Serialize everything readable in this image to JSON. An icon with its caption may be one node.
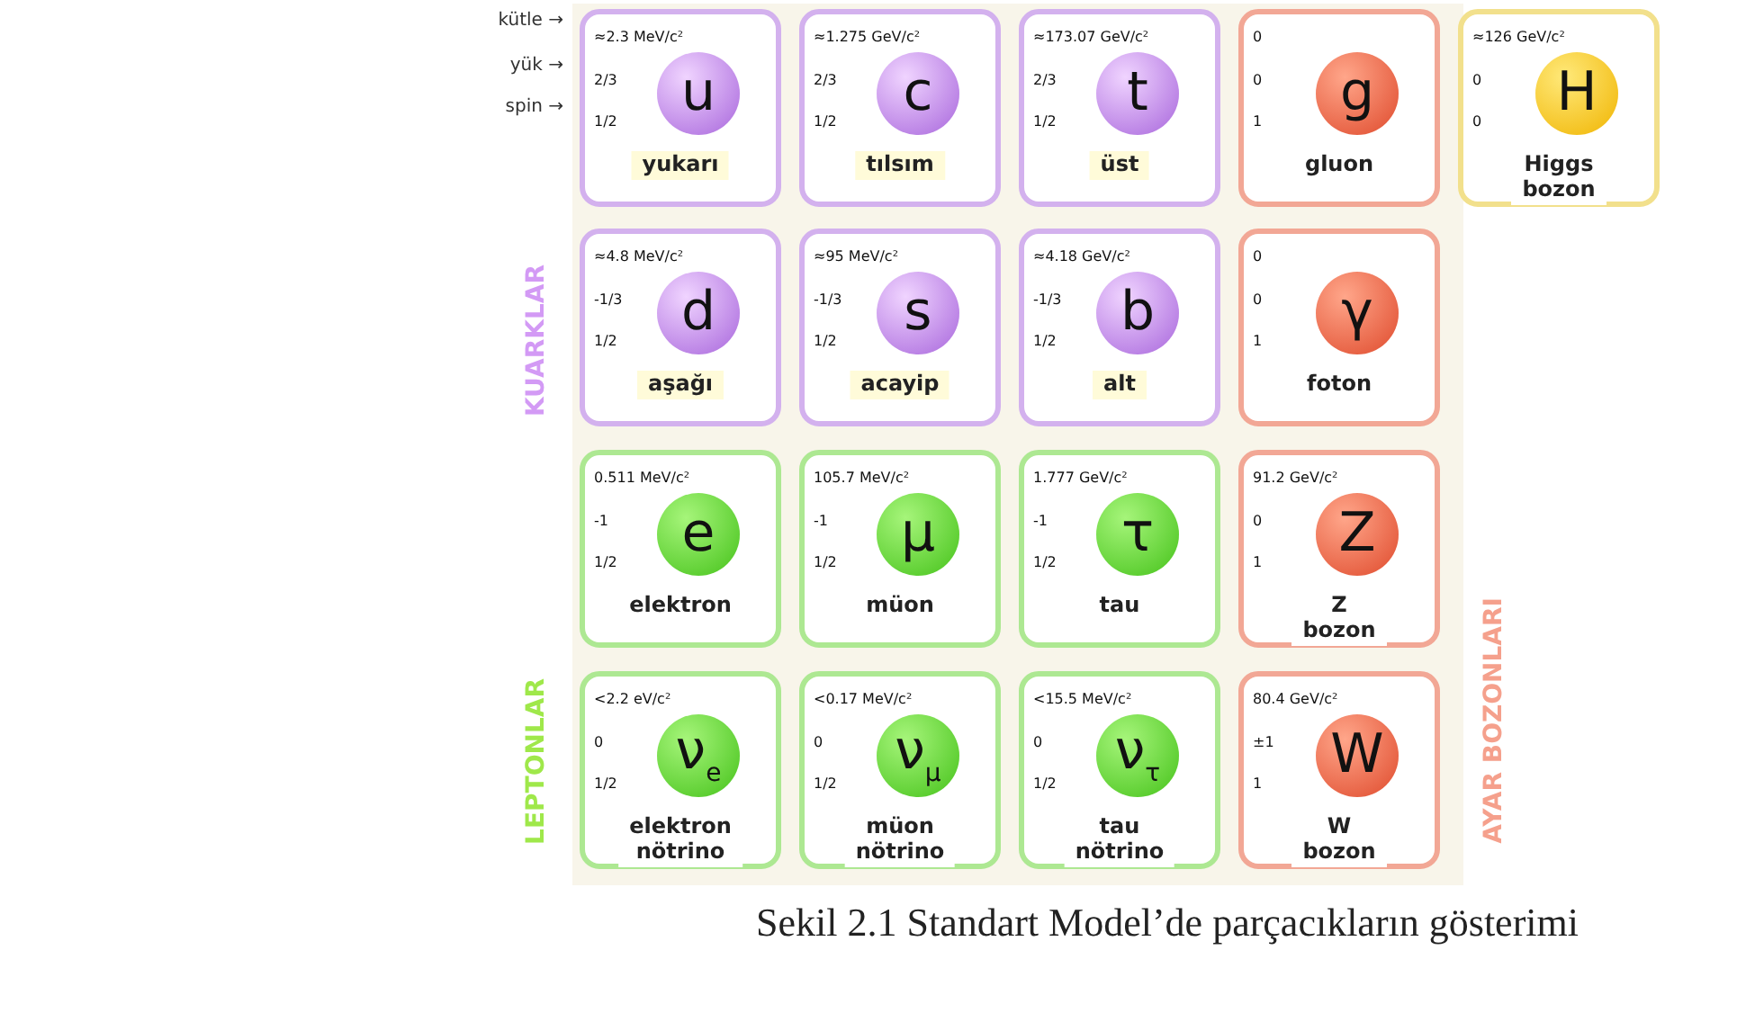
{
  "diagram": {
    "caption": "Sekil 2.1 Standart Model’de parçacıkların gösterimi",
    "nodes": [
      {
        "text": [
          "≈2.3 MeV/c²",
          "2/3",
          "1/2",
          "yukarı"
        ]
      },
      {
        "text": [
          "u"
        ],
        "in": 0
      },
      {
        "text": [
          "≈1.275 GeV/c²",
          "2/3",
          "1/2",
          "tılsım"
        ]
      },
      {
        "text": [
          "c"
        ],
        "in": 2
      },
      {
        "text": [
          "≈173.07 GeV/c²",
          "2/3",
          "1/2",
          "üst"
        ]
      },
      {
        "text": [
          "t"
        ],
        "in": 4
      },
      {
        "text": [
          "0",
          "0",
          "1",
          "gluon"
        ]
      },
      {
        "text": [
          "g"
        ],
        "in": 6
      },
      {
        "text": [
          "≈126 GeV/c²",
          "0",
          "0",
          "Higgs bozon"
        ]
      },
      {
        "text": [
          "H"
        ],
        "in": 8
      },
      {
        "text": [
          "≈4.8 MeV/c²",
          "-1/3",
          "1/2",
          "aşağı"
        ]
      },
      {
        "text": [
          "d"
        ],
        "in": 10
      },
      {
        "text": [
          "≈95 MeV/c²",
          "-1/3",
          "1/2",
          "acayip"
        ]
      },
      {
        "text": [
          "s"
        ],
        "in": 12
      },
      {
        "text": [
          "≈4.18 GeV/c²",
          "-1/3",
          "1/2",
          "alt"
        ]
      },
      {
        "text": [
          "b"
        ],
        "in": 14
      },
      {
        "text": [
          "0",
          "0",
          "1",
          "foton"
        ]
      },
      {
        "text": [
          "γ"
        ],
        "in": 16
      },
      {
        "text": [
          "0.511 MeV/c²",
          "-1",
          "1/2",
          "elektron"
        ]
      },
      {
        "text": [
          "e"
        ],
        "in": 18
      },
      {
        "text": [
          "105.7 MeV/c²",
          "-1",
          "1/2",
          "müon"
        ]
      },
      {
        "text": [
          "μ"
        ],
        "in": 20
      },
      {
        "text": [
          "1.777 GeV/c²",
          "-1",
          "1/2",
          "tau"
        ]
      },
      {
        "text": [
          "τ"
        ],
        "in": 22
      },
      {
        "text": [
          "91.2 GeV/c²",
          "0",
          "1",
          "Z bozon"
        ]
      },
      {
        "text": [
          "Z"
        ],
        "in": 24
      },
      {
        "text": [
          "<2.2 eV/c²",
          "0",
          "1/2",
          "elektron nötrino"
        ]
      },
      {
        "text": [
          "ν$_{e}$"
        ],
        "in": 26
      },
      {
        "text": [
          "<0.17 MeV/c²",
          "0",
          "1/2",
          "müon nötrino"
        ]
      },
      {
        "text": [
          "ν$_{μ}$"
        ],
        "in": 28
      },
      {
        "text": [
          "<15.5 MeV/c²",
          "0",
          "1/2",
          "tau nötrino"
        ]
      },
      {
        "text": [
          "ν$_{τ}$"
        ],
        "in": 30
      },
      {
        "text": [
          "80.4 GeV/c²",
          "±1",
          "1",
          "W bozon"
        ]
      },
      {
        "text": [
          "W"
        ],
        "in": 32
      }
    ],
    "labels": [
      "kütle →",
      "yük →",
      "spin →",
      "KUARKLAR",
      "LEPTONLAR",
      "AYAR BOZONLARI"
    ]
  }
}
